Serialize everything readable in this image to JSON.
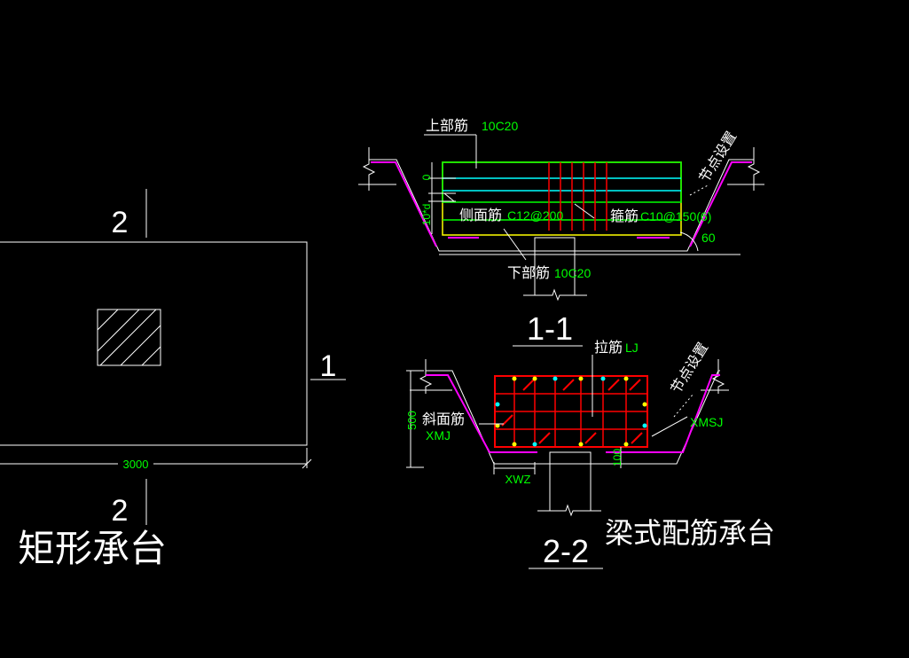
{
  "colors": {
    "background": "#000000",
    "outline": "#ffffff",
    "green_text": "#00ff00",
    "magenta": "#ff00ff",
    "cyan": "#00ffff",
    "red": "#ff0000",
    "yellow": "#ffff00"
  },
  "plan": {
    "section_mark_top": "2",
    "section_mark_bottom": "2",
    "section_mark_right": "1",
    "dimension": "3000",
    "title": "矩形承台"
  },
  "section_1": {
    "top_rebar_label": "上部筋",
    "top_rebar_value": "10C20",
    "side_rebar_label": "侧面筋",
    "side_rebar_value": "C12@200",
    "stirrup_label": "箍筋",
    "stirrup_value": "C10@150(6)",
    "bottom_rebar_label": "下部筋",
    "bottom_rebar_value": "10C20",
    "node_setting": "节点设置",
    "dim_zero": "0",
    "dim_side": "10*d",
    "angle": "60",
    "title": "1-1"
  },
  "section_2": {
    "tie_label": "拉筋",
    "tie_value": "LJ",
    "node_setting": "节点设置",
    "dim_500": "500",
    "slope_label": "斜面筋",
    "slope_value": "XMJ",
    "xmsj": "XMSJ",
    "xwz": "XWZ",
    "dim_100": "100",
    "title": "2-2",
    "caption": "梁式配筋承台"
  }
}
